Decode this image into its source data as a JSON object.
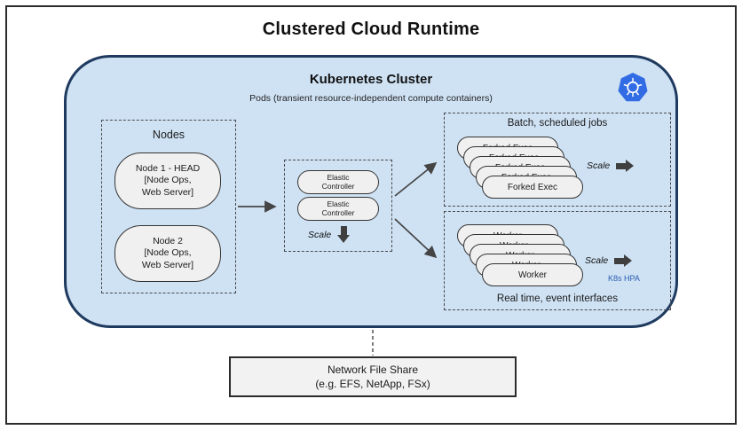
{
  "title": "Clustered Cloud Runtime",
  "cluster": {
    "title": "Kubernetes Cluster",
    "subtitle": "Pods (transient resource-independent compute containers)",
    "icon": "kubernetes-logo",
    "fill_color": "#cfe2f4",
    "border_color": "#1f3a5f"
  },
  "nodes_box": {
    "label": "Nodes",
    "nodes": [
      {
        "lines": [
          "Node 1 - HEAD",
          "[Node Ops,",
          "Web Server]"
        ]
      },
      {
        "lines": [
          "Node 2",
          "[Node Ops,",
          "Web Server]"
        ]
      }
    ]
  },
  "controller_box": {
    "controllers": [
      "Elastic Controller",
      "Elastic Controller"
    ],
    "scale_label": "Scale"
  },
  "batch_box": {
    "label": "Batch, scheduled jobs",
    "pod_label": "Forked Exec",
    "pod_count": 5,
    "scale_label": "Scale"
  },
  "realtime_box": {
    "label": "Real time, event interfaces",
    "pod_label": "Worker",
    "pod_count": 5,
    "scale_label": "Scale",
    "hpa_label": "K8s HPA",
    "hpa_color": "#2a5db0"
  },
  "file_share": {
    "lines": [
      "Network File Share",
      "(e.g. EFS, NetApp, FSx)"
    ]
  }
}
